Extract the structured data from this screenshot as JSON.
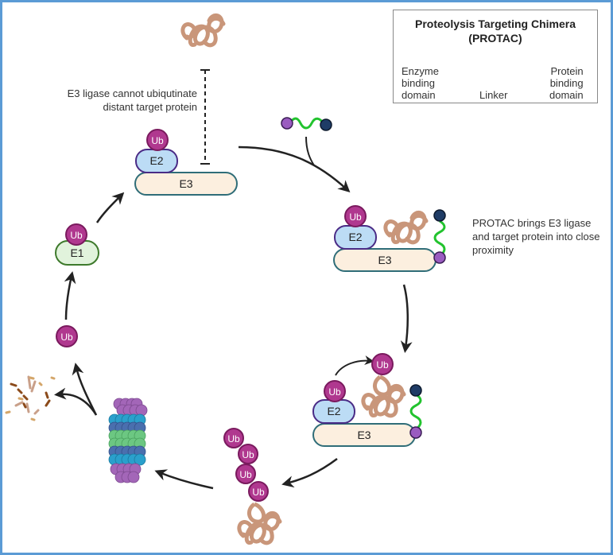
{
  "legend": {
    "title_line1": "Proteolysis Targeting Chimera",
    "title_line2": "(PROTAC)",
    "enzyme_label": [
      "Enzyme",
      "binding",
      "domain"
    ],
    "linker_label": "Linker",
    "protein_label": [
      "Protein",
      "binding",
      "domain"
    ]
  },
  "notes": {
    "distant": [
      "E3 ligase cannot ubiqutinate",
      "distant target protein"
    ],
    "proximity": [
      "PROTAC brings E3 ligase",
      "and target protein into close",
      "proximity"
    ]
  },
  "labels": {
    "ub": "Ub",
    "e1": "E1",
    "e2": "E2",
    "e3": "E3"
  },
  "colors": {
    "frame": "#5b9bd5",
    "ub_fill": "#b0388f",
    "ub_stroke": "#7a1a5e",
    "e1_fill": "#e1f3dc",
    "e1_stroke": "#3e7a2c",
    "e2_fill": "#bcdcf5",
    "e2_stroke": "#4a2b86",
    "e3_fill": "#fcefdf",
    "e3_stroke": "#2f6d78",
    "protein": "#c9967a",
    "linker": "#22c32e",
    "enzyme_domain": "#9a5cc0",
    "protein_domain": "#1f3c66"
  }
}
